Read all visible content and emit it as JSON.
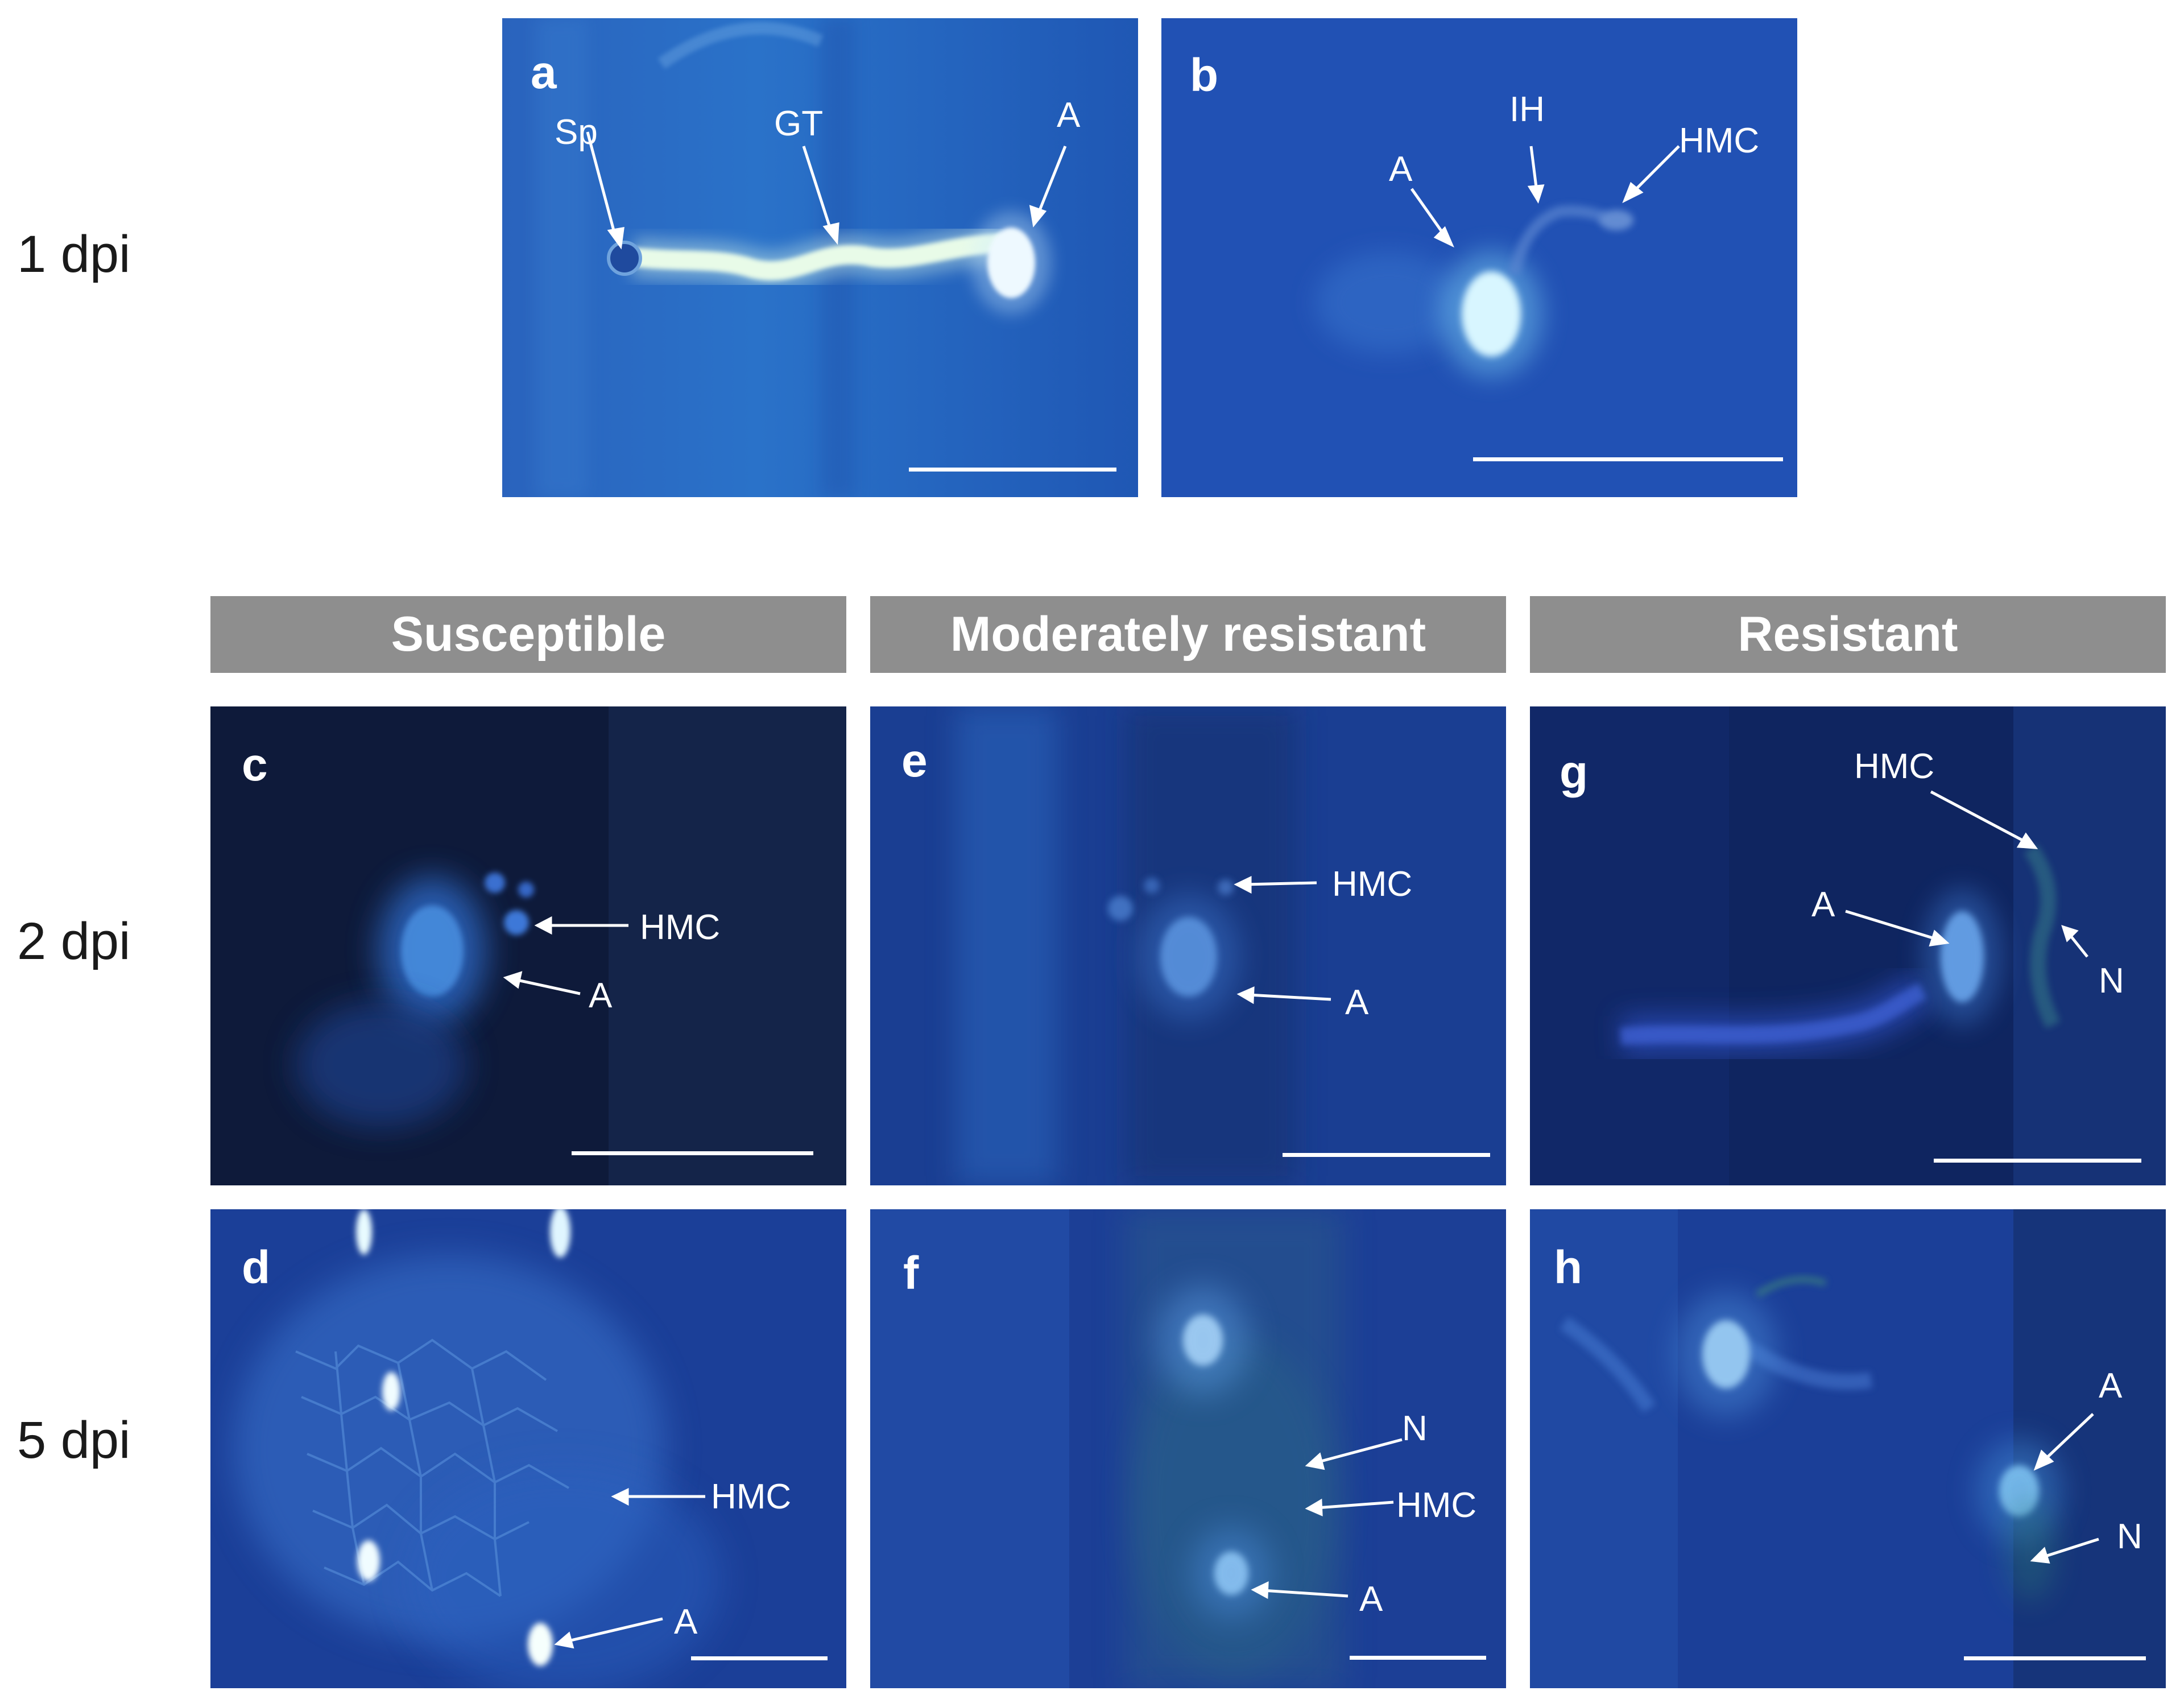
{
  "rows": {
    "dpi1": "1 dpi",
    "dpi2": "2 dpi",
    "dpi5": "5 dpi"
  },
  "columns": {
    "susceptible": "Susceptible",
    "moderately_resistant": "Moderately resistant",
    "resistant": "Resistant"
  },
  "panels": {
    "a": {
      "letter": "a",
      "labels": {
        "sp": "Sp",
        "gt": "GT",
        "a": "A"
      }
    },
    "b": {
      "letter": "b",
      "labels": {
        "a": "A",
        "ih": "IH",
        "hmc": "HMC"
      }
    },
    "c": {
      "letter": "c",
      "labels": {
        "hmc": "HMC",
        "a": "A"
      }
    },
    "d": {
      "letter": "d",
      "labels": {
        "hmc": "HMC",
        "a": "A"
      }
    },
    "e": {
      "letter": "e",
      "labels": {
        "hmc": "HMC",
        "a": "A"
      }
    },
    "f": {
      "letter": "f",
      "labels": {
        "n": "N",
        "hmc": "HMC",
        "a": "A"
      }
    },
    "g": {
      "letter": "g",
      "labels": {
        "hmc": "HMC",
        "a": "A",
        "n": "N"
      }
    },
    "h": {
      "letter": "h",
      "labels": {
        "a": "A",
        "n": "N"
      }
    }
  },
  "colors": {
    "header_bg": "#8e8e8e",
    "micrograph_blue": "#1d44a6",
    "fluorescence": "#dff4ff",
    "label_text": "#ffffff"
  }
}
